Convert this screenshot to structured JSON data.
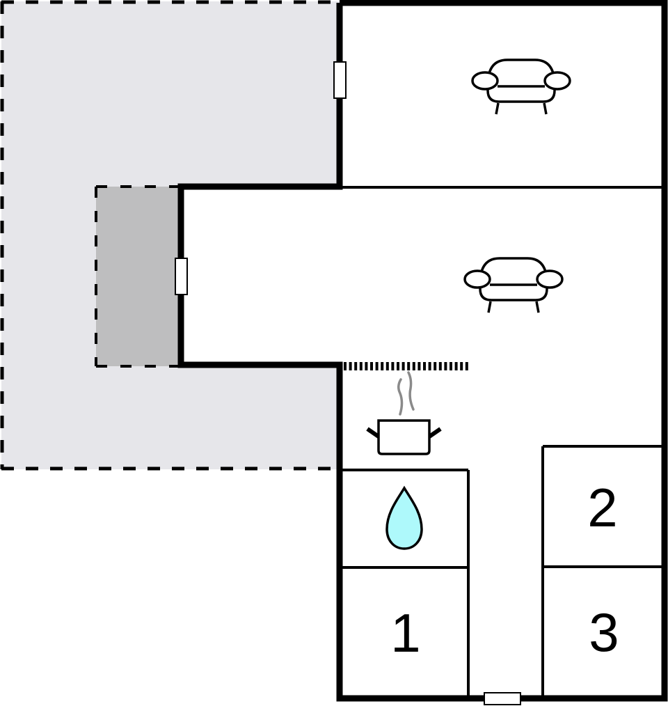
{
  "plan": {
    "type": "floor-plan",
    "colors": {
      "wall": "#000000",
      "outdoor_area": "#e6e6ea",
      "covered_area": "#bebebf",
      "room_fill": "#ffffff",
      "water_drop": "#aef9fb",
      "steam": "#8a8a8a"
    },
    "areas": [
      {
        "id": "terrace",
        "label": "",
        "kind": "outdoor",
        "border": "dashed"
      },
      {
        "id": "covered-terrace",
        "label": "",
        "kind": "covered",
        "border": "dashed"
      },
      {
        "id": "living-room-upper",
        "label": "",
        "icon": "sofa-icon"
      },
      {
        "id": "living-room-lower",
        "label": "",
        "icon": "sofa-icon"
      },
      {
        "id": "kitchen",
        "label": "",
        "icon": "cooking-pot-icon"
      },
      {
        "id": "bathroom",
        "label": "",
        "icon": "water-drop-icon"
      }
    ],
    "bedrooms": [
      {
        "id": "bedroom-1",
        "number": "1"
      },
      {
        "id": "bedroom-2",
        "number": "2"
      },
      {
        "id": "bedroom-3",
        "number": "3"
      }
    ],
    "doors": [
      {
        "id": "door-terrace-upper",
        "orientation": "vertical"
      },
      {
        "id": "door-terrace-lower",
        "orientation": "vertical"
      },
      {
        "id": "door-entrance-bottom",
        "orientation": "horizontal"
      }
    ],
    "features": [
      {
        "id": "kitchen-counter",
        "kind": "hatched-line"
      }
    ]
  }
}
